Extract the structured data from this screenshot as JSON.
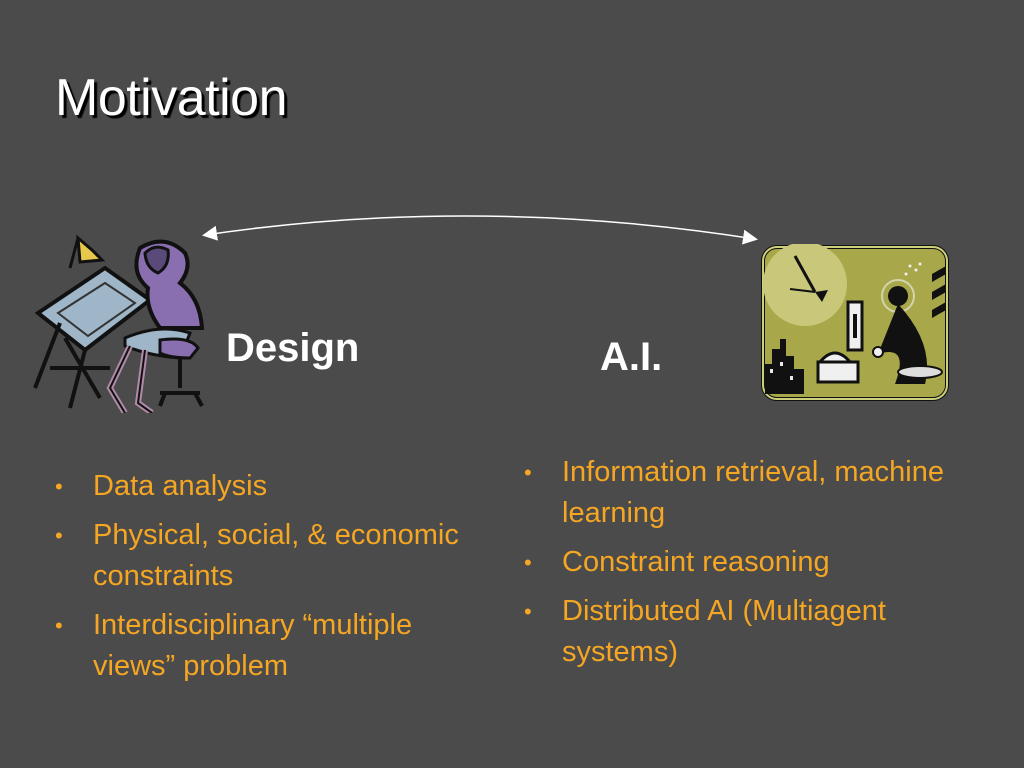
{
  "slide": {
    "title": "Motivation",
    "left_label": "Design",
    "right_label": "A.I.",
    "left_bullets": [
      "Data analysis",
      "Physical, social, & economic constraints",
      "Interdisciplinary “multiple views” problem"
    ],
    "right_bullets": [
      "Information retrieval, machine learning",
      "Constraint reasoning",
      "Distributed AI (Multiagent systems)"
    ],
    "bullet_glyph": "•"
  },
  "colors": {
    "background": "#4b4b4b",
    "title": "#ffffff",
    "bullet_text": "#f5a623",
    "clipart_green": "#a8a84a"
  },
  "icons": [
    "double-arrow-icon",
    "designer-at-drafting-table-icon",
    "laboratory-microscope-icon"
  ]
}
